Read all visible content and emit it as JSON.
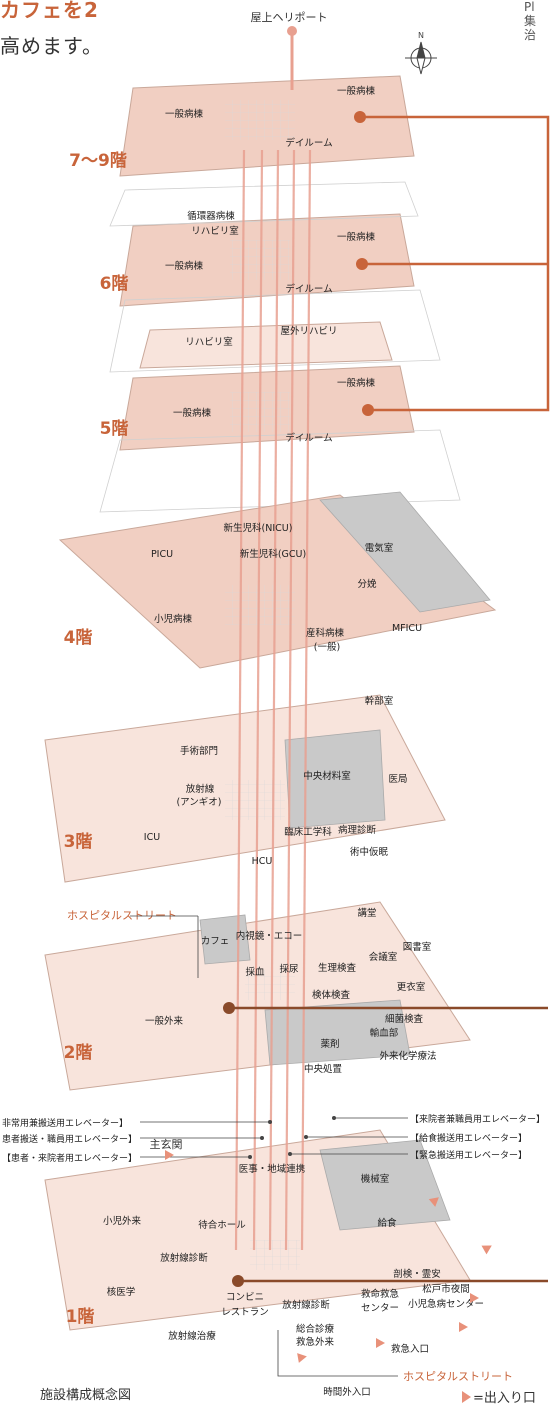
{
  "intro": {
    "line1": "カフェを2",
    "line2": "高めます。"
  },
  "side_text": [
    "Pl",
    "集",
    "治"
  ],
  "caption": "施設構成概念図",
  "legend": "=出入り口",
  "colors": {
    "accent": "#c8643a",
    "floor_fill": "#f1cfc2",
    "floor_light": "#f8e4dc",
    "grey_area": "#c9c9c9",
    "line": "#8a4a2a",
    "shaft": "#e8a090"
  },
  "compass": {
    "letter": "N"
  },
  "rooftop": "屋上ヘリポート",
  "floor_labels": [
    {
      "text": "7～9階"
    },
    {
      "text": "6階"
    },
    {
      "text": "5階"
    },
    {
      "text": "4階"
    },
    {
      "text": "3階"
    },
    {
      "text": "2階"
    },
    {
      "text": "1階"
    }
  ],
  "rooms": [
    {
      "text": "一般病棟"
    },
    {
      "text": "一般病棟"
    },
    {
      "text": "デイルーム"
    },
    {
      "text": "循環器病棟"
    },
    {
      "text": "リハビリ室"
    },
    {
      "text": "一般病棟"
    },
    {
      "text": "一般病棟"
    },
    {
      "text": "デイルーム"
    },
    {
      "text": "リハビリ室"
    },
    {
      "text": "屋外リハビリ"
    },
    {
      "text": "一般病棟"
    },
    {
      "text": "一般病棟"
    },
    {
      "text": "デイルーム"
    },
    {
      "text": "新生児科(NICU)"
    },
    {
      "text": "PICU"
    },
    {
      "text": "新生児科(GCU)"
    },
    {
      "text": "電気室"
    },
    {
      "text": "分娩"
    },
    {
      "text": "小児病棟"
    },
    {
      "text": "産科病棟"
    },
    {
      "text": "(一般)"
    },
    {
      "text": "MFICU"
    },
    {
      "text": "幹部室"
    },
    {
      "text": "手術部門"
    },
    {
      "text": "放射線"
    },
    {
      "text": "(アンギオ)"
    },
    {
      "text": "中央材料室"
    },
    {
      "text": "医局"
    },
    {
      "text": "ICU"
    },
    {
      "text": "臨床工学科"
    },
    {
      "text": "病理診断"
    },
    {
      "text": "HCU"
    },
    {
      "text": "術中仮眠"
    },
    {
      "text": "講堂"
    },
    {
      "text": "カフェ"
    },
    {
      "text": "内視鏡・エコー"
    },
    {
      "text": "図書室"
    },
    {
      "text": "会議室"
    },
    {
      "text": "採血"
    },
    {
      "text": "採尿"
    },
    {
      "text": "生理検査"
    },
    {
      "text": "更衣室"
    },
    {
      "text": "検体検査"
    },
    {
      "text": "一般外来"
    },
    {
      "text": "細菌検査"
    },
    {
      "text": "輸血部"
    },
    {
      "text": "薬剤"
    },
    {
      "text": "外来化学療法"
    },
    {
      "text": "中央処置"
    },
    {
      "text": "機械室"
    },
    {
      "text": "医事・地域連携"
    },
    {
      "text": "小児外来"
    },
    {
      "text": "待合ホール"
    },
    {
      "text": "給食"
    },
    {
      "text": "放射線診断"
    },
    {
      "text": "剖検・霊安"
    },
    {
      "text": "核医学"
    },
    {
      "text": "松戸市夜間"
    },
    {
      "text": "小児急病センター"
    },
    {
      "text": "放射線診断"
    },
    {
      "text": "救命救急"
    },
    {
      "text": "センター"
    },
    {
      "text": "コンビニ"
    },
    {
      "text": "レストラン"
    },
    {
      "text": "放射線治療"
    },
    {
      "text": "総合診療"
    },
    {
      "text": "救急外来"
    },
    {
      "text": "救急入口"
    },
    {
      "text": "時間外入口"
    }
  ],
  "annotations": [
    {
      "text": "ホスピタルストリート"
    },
    {
      "text": "ホスピタルストリート"
    },
    {
      "text": "主玄関"
    }
  ],
  "elevators_left": [
    {
      "text": "非常用兼搬送用エレベーター】"
    },
    {
      "text": "患者搬送・職員用エレベーター】"
    },
    {
      "text": "【患者・来院者用エレベーター】"
    }
  ],
  "elevators_right": [
    {
      "text": "【来院者兼職員用エレベーター】"
    },
    {
      "text": "【給食搬送用エレベーター】"
    },
    {
      "text": "【緊急搬送用エレベーター】"
    }
  ]
}
